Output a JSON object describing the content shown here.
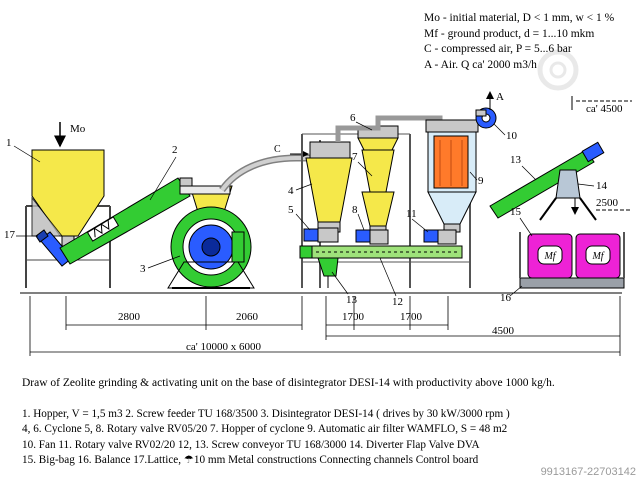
{
  "legend": {
    "line1": "Mo - initial material, D < 1 mm, w < 1 %",
    "line2": "Mf - ground product, d = 1...10 mkm",
    "line3": "C - compressed air, P = 5...6 bar",
    "line4": "A - Air. Q ca' 2000 m3/h"
  },
  "labels": {
    "mo": "Mo",
    "c": "C",
    "a": "A",
    "mf1": "Mf",
    "mf2": "Mf",
    "n1": "1",
    "n2": "2",
    "n3": "3",
    "n4": "4",
    "n5": "5",
    "n6": "6",
    "n7": "7",
    "n8": "8",
    "n9": "9",
    "n10": "10",
    "n11": "11",
    "n12": "12",
    "n13a": "13",
    "n13b": "13",
    "n14": "14",
    "n15": "15",
    "n16": "16",
    "n17": "17"
  },
  "dimensions": {
    "d2800": "2800",
    "d2060": "2060",
    "d1700a": "1700",
    "d1700b": "1700",
    "d4500": "4500",
    "total": "ca' 10000 x 6000",
    "height": "ca' 4500",
    "h2500": "2500"
  },
  "caption": "Draw of Zeolite grinding & activating unit on the base of disintegrator DESI-14 with productivity above 1000 kg/h.",
  "items": [
    "1. Hopper, V = 1,5 m3     2. Screw feeder TU 168/3500     3. Disintegrator DESI-14 ( drives by 30 kW/3000 rpm )",
    "4, 6. Cyclone    5, 8. Rotary valve RV05/20     7. Hopper of cyclone     9. Automatic air filter WAMFLO, S = 48 m2",
    "10. Fan     11. Rotary valve RV02/20     12, 13. Screw conveyor TU 168/3000       14. Diverter Flap Valve DVA",
    "15. Big-bag        16. Balance     17.Lattice, ☂10 mm     Metal constructions     Connecting channels     Control board"
  ],
  "watermark": "9913167-22703142",
  "colors": {
    "yellow": "#f5e84a",
    "green": "#33cc33",
    "pipeGreen": "#9ee27a",
    "magenta": "#ee22d6",
    "orange": "#ff7a2a",
    "blue": "#2a5cff",
    "steel": "#c8c8c8",
    "filterBlue": "#d8ecf8"
  }
}
